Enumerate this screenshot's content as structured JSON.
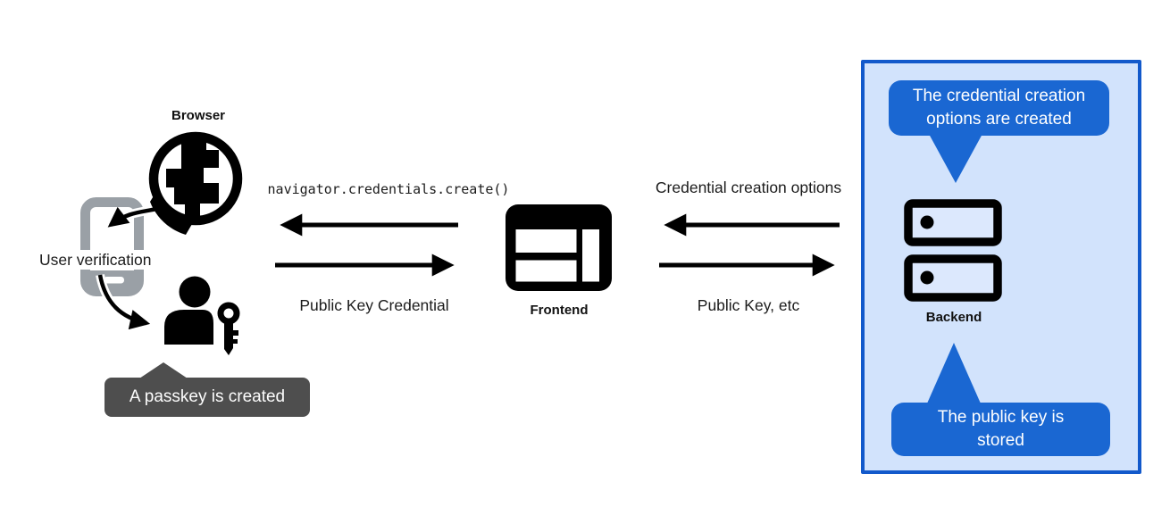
{
  "labels": {
    "browser": "Browser",
    "user_verification": "User verification",
    "frontend": "Frontend",
    "backend": "Backend"
  },
  "messages": {
    "create_call": "navigator.credentials.create()",
    "public_key_credential": "Public Key Credential",
    "credential_creation_options": "Credential creation options",
    "public_key_etc": "Public Key, etc"
  },
  "bubbles": {
    "passkey_created": "A passkey is created",
    "options_created": "The credential creation options are created",
    "key_stored": "The public key is stored"
  },
  "icons": {
    "globe": "globe-browser-icon",
    "phone": "phone-icon",
    "user_key": "user-with-key-icon",
    "frontend_window": "browser-window-icon",
    "backend_server": "server-stack-icon"
  },
  "colors": {
    "bubble_blue": "#1a67d2",
    "panel_background": "#d2e3fc",
    "panel_border": "#1259cb",
    "tooltip_gray": "#4e4e4e",
    "phone_gray": "#9aa0a6",
    "icon_black": "#000000"
  }
}
